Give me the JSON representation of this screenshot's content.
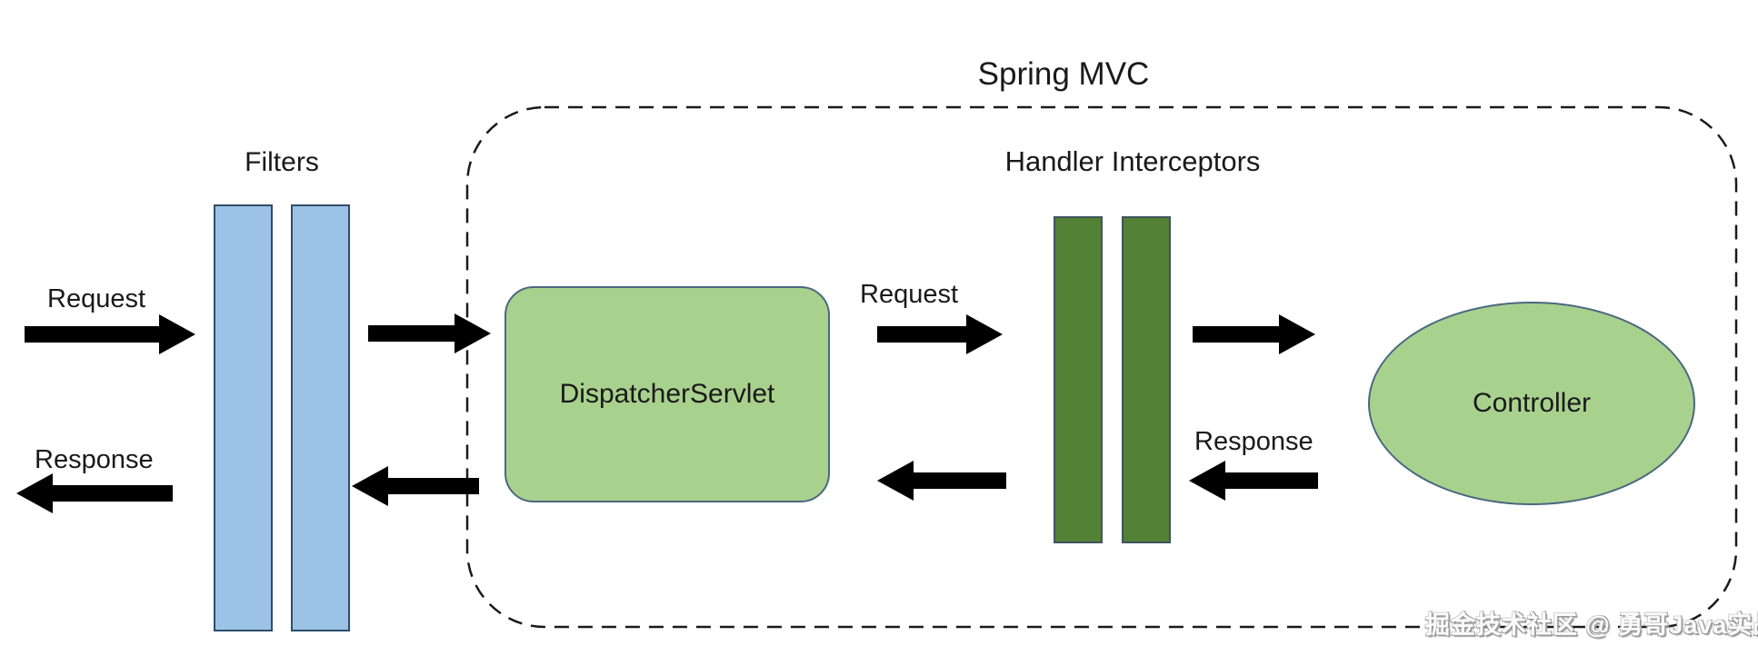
{
  "diagram": {
    "title": "Spring MVC",
    "filters_label": "Filters",
    "interceptors_label": "Handler Interceptors",
    "dispatcher_label": "DispatcherServlet",
    "controller_label": "Controller",
    "flow_labels": {
      "client_request": "Request",
      "client_response": "Response",
      "servlet_request": "Request",
      "servlet_response": "Response"
    },
    "watermark": "掘金技术社区 @ 勇哥Java实战",
    "colors": {
      "filter_fill": "#9cc2e5",
      "filter_border": "#2e4d6b",
      "green_fill": "#a9d18e",
      "green_border": "#4a6880",
      "interceptor_fill": "#538135",
      "interceptor_border": "#3f545e",
      "arrow": "#000000",
      "dashed": "#1a1a1a",
      "text": "#1a1a1a",
      "watermark": "#9a9a9a"
    }
  }
}
